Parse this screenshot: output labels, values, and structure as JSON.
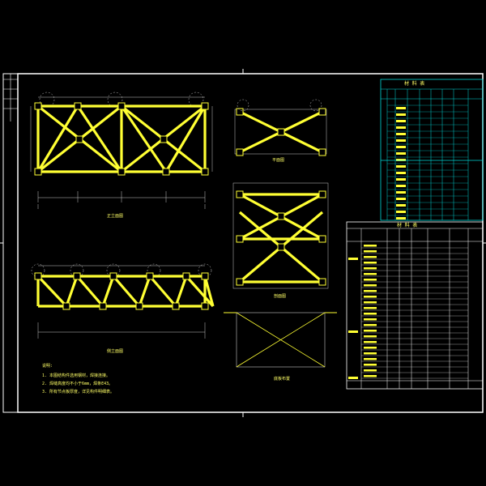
{
  "drawing": {
    "background": "#000000",
    "frame_color": "#ffffff",
    "member_color": "#ffff33",
    "dim_color": "#c8c8c8",
    "table_cyan": "#00d8d8"
  },
  "tables": {
    "material_title": "材 料 表",
    "parts_title": "材 料 表"
  },
  "notes": {
    "heading": "说明:",
    "lines": [
      "1. 本图结构件选用钢材，焊接连接。",
      "2. 焊缝高度均不小于6mm，焊条E43。",
      "3. 所有节点板厚度，详见构件明细表。"
    ]
  },
  "views": {
    "front_label": "正立面图",
    "bottom_label": "侧立面图",
    "right_top_label": "平面图",
    "right_mid_label": "剖面图",
    "right_bottom_label": "底板布置"
  }
}
